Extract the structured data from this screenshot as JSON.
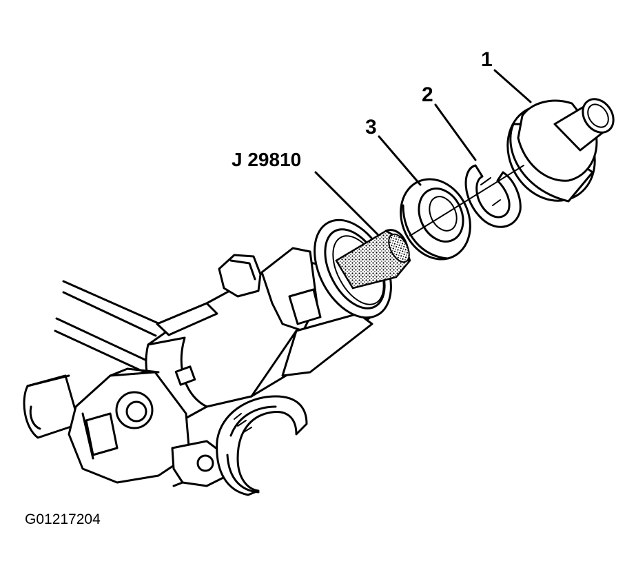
{
  "callouts": {
    "part_1": "1",
    "part_2": "2",
    "part_3": "3",
    "tool": "J 29810"
  },
  "figure_id": "G01217204",
  "colors": {
    "line": "#000000",
    "background": "#ffffff"
  },
  "icons": {
    "part_1": "end-plug-with-stem",
    "part_2": "retaining-ring",
    "part_3": "seal",
    "tool": "seal-installer-tool-knurled"
  }
}
